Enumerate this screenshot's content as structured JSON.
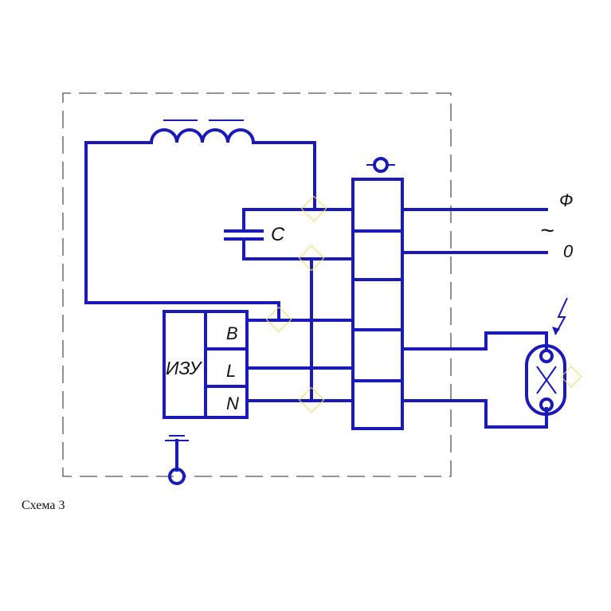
{
  "labels": {
    "capacitor": "C",
    "igniter": "ИЗУ",
    "terminal_b": "B",
    "terminal_l": "L",
    "terminal_n": "N",
    "phase": "Ф",
    "ac_symbol": "~",
    "neutral": "0"
  },
  "caption": "Схема 3",
  "colors": {
    "wire": "#1a1ab8",
    "frame": "#555555",
    "marker": "#e8e060"
  }
}
